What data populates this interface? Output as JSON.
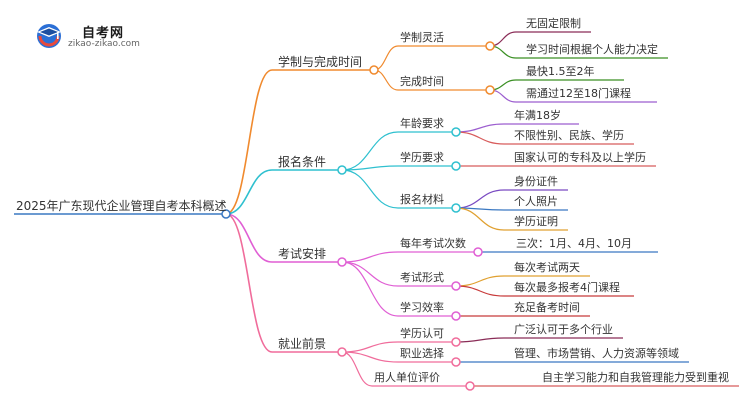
{
  "brand": {
    "name": "自考网",
    "url": "zikao-zikao.com",
    "icon": "graduation-cap-icon"
  },
  "root": "2025年广东现代企业管理自考本科概述",
  "colors": {
    "root": "#3a78c2",
    "branches": [
      "#f08a2e",
      "#2fc0cf",
      "#e05fd4",
      "#22b03c",
      "#f06c9b",
      "#e0457a"
    ],
    "leaves": [
      "#8a2c57",
      "#3a8f23",
      "#9c5ecf",
      "#d85c5c",
      "#7a4bc2",
      "#3a78c2",
      "#e0a030",
      "#c83a3a"
    ]
  },
  "branches": [
    {
      "label": "学制与完成时间",
      "children": [
        {
          "label": "学制灵活",
          "children": [
            "无固定限制",
            "学习时间根据个人能力决定"
          ]
        },
        {
          "label": "完成时间",
          "children": [
            "最快1.5至2年",
            "需通过12至18门课程"
          ]
        }
      ]
    },
    {
      "label": "报名条件",
      "children": [
        {
          "label": "年龄要求",
          "children": [
            "年满18岁",
            "不限性别、民族、学历"
          ]
        },
        {
          "label": "学历要求",
          "children": [
            "国家认可的专科及以上学历"
          ]
        },
        {
          "label": "报名材料",
          "children": [
            "身份证件",
            "个人照片",
            "学历证明"
          ]
        }
      ]
    },
    {
      "label": "考试安排",
      "children": [
        {
          "label": "每年考试次数",
          "children": [
            "三次：1月、4月、10月"
          ]
        },
        {
          "label": "考试形式",
          "children": [
            "每次考试两天",
            "每次最多报考4门课程"
          ]
        },
        {
          "label": "学习效率",
          "children": [
            "充足备考时间"
          ]
        }
      ]
    },
    {
      "label": "就业前景",
      "children": [
        {
          "label": "学历认可",
          "children": [
            "广泛认可于多个行业"
          ]
        },
        {
          "label": "职业选择",
          "children": [
            "管理、市场营销、人力资源等领域"
          ]
        },
        {
          "label": "用人单位评价",
          "children": [
            "自主学习能力和自我管理能力受到重视"
          ]
        }
      ]
    }
  ]
}
